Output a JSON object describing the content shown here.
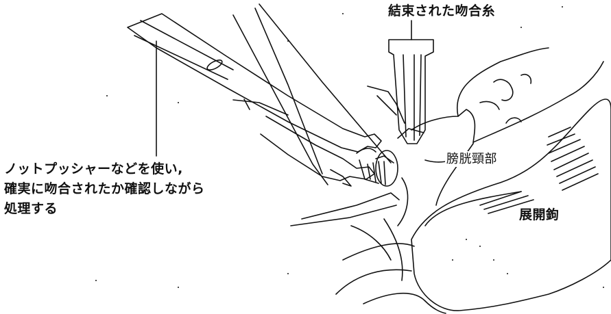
{
  "labels": {
    "tied_suture": "結束された吻合糸",
    "knot_pusher_line1": "ノットプッシャーなどを使い,",
    "knot_pusher_line2": "確実に吻合されたか確認しながら",
    "knot_pusher_line3": "処理する",
    "bladder_neck": "膀胱頸部",
    "retractor": "展開鉤"
  },
  "colors": {
    "ink": "#111111",
    "background": "#ffffff"
  }
}
